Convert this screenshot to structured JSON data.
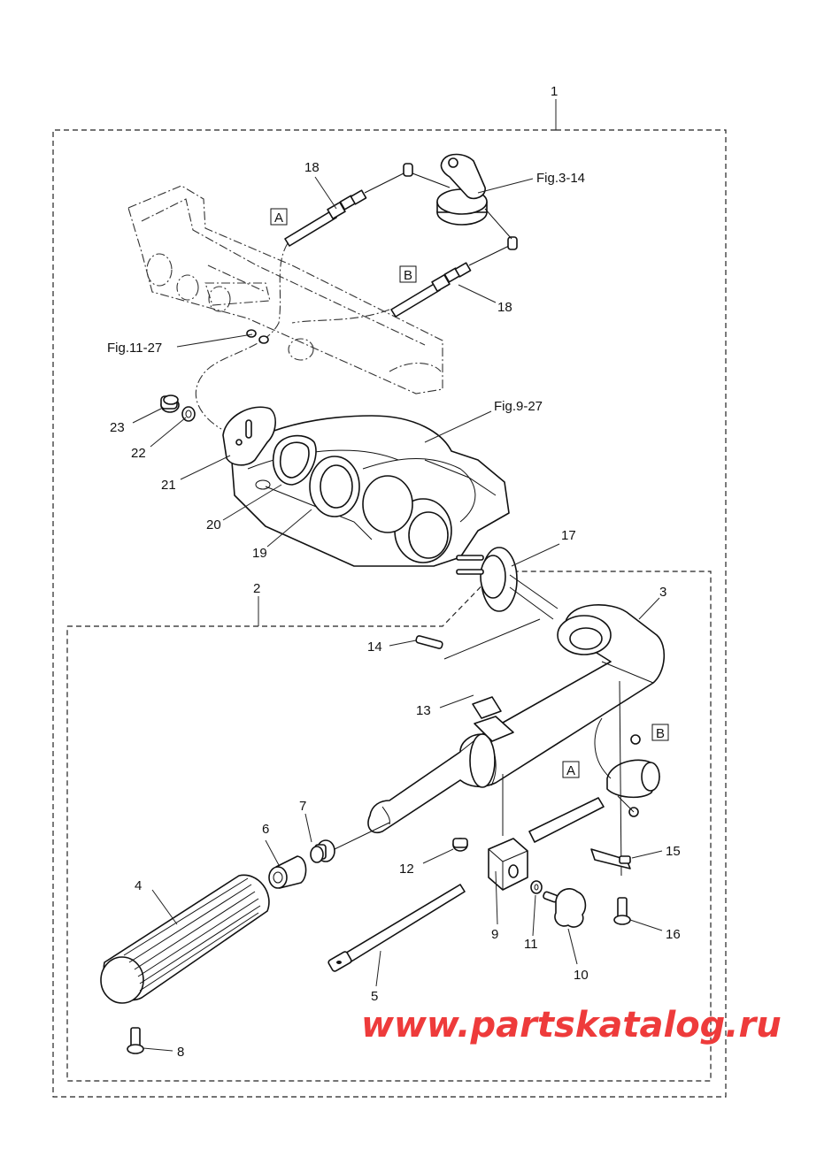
{
  "callouts": {
    "c1": "1",
    "c2": "2",
    "c3": "3",
    "c4": "4",
    "c5": "5",
    "c6": "6",
    "c7": "7",
    "c8": "8",
    "c9": "9",
    "c10": "10",
    "c11": "11",
    "c12": "12",
    "c13": "13",
    "c14": "14",
    "c15": "15",
    "c16": "16",
    "c17": "17",
    "c18a": "18",
    "c18b": "18",
    "c19": "19",
    "c20": "20",
    "c21": "21",
    "c22": "22",
    "c23": "23"
  },
  "references": {
    "fig_3_14": "Fig.3-14",
    "fig_11_27": "Fig.11-27",
    "fig_9_27": "Fig.9-27"
  },
  "connectors": {
    "a_top": "A",
    "b_top": "B",
    "a_bottom": "A",
    "b_bottom": "B"
  },
  "watermark": "www.partskatalog.ru",
  "colors": {
    "watermark": "#ee3b3b",
    "line": "#111111"
  }
}
